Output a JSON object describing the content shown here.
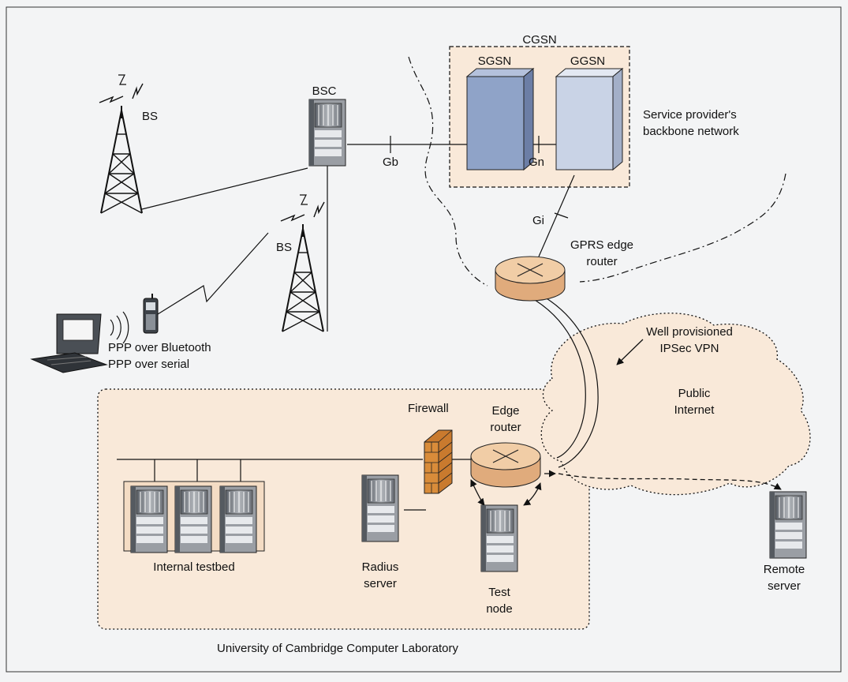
{
  "colors": {
    "background": "#f3f4f5",
    "region_fill": "#f9e9d9",
    "sgsn_blue": "#8fa3c8",
    "ggsn_blue": "#c9d3e6",
    "router_tan": "#e8b98c",
    "firewall_orange": "#d98c3a"
  },
  "labels": {
    "cgsn": "CGSN",
    "sgsn": "SGSN",
    "ggsn": "GGSN",
    "bsc": "BSC",
    "bs_top": "BS",
    "bs_mid": "BS",
    "gb": "Gb",
    "gn": "Gn",
    "gi": "Gi",
    "backbone_line1": "Service provider's",
    "backbone_line2": "backbone network",
    "gprs_router_line1": "GPRS edge",
    "gprs_router_line2": "router",
    "ppp_bluetooth": "PPP over Bluetooth",
    "ppp_serial": "PPP over serial",
    "vpn_line1": "Well provisioned",
    "vpn_line2": "IPSec VPN",
    "internet_line1": "Public",
    "internet_line2": "Internet",
    "firewall": "Firewall",
    "edge_router_line1": "Edge",
    "edge_router_line2": "router",
    "internal_testbed": "Internal testbed",
    "radius_line1": "Radius",
    "radius_line2": "server",
    "test_line1": "Test",
    "test_line2": "node",
    "remote_line1": "Remote",
    "remote_line2": "server",
    "university": "University of Cambridge Computer Laboratory"
  }
}
